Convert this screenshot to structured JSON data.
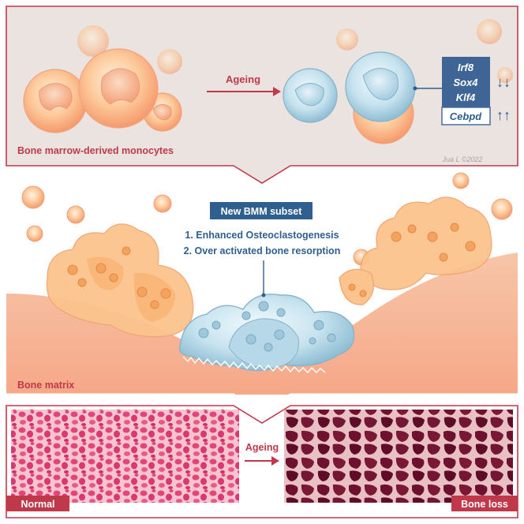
{
  "top_panel": {
    "monocytes_label": "Bone marrow-derived monocytes",
    "ageing_label": "Ageing",
    "genes_down": [
      "Irf8",
      "Sox4",
      "Klf4"
    ],
    "gene_up": "Cebpd",
    "arrows_down": "↓↓",
    "arrows_up": "↑↑",
    "signature": "Jua L ©2022"
  },
  "middle_panel": {
    "subset_title": "New BMM subset",
    "point_1": "1. Enhanced Osteoclastogenesis",
    "point_2": "2. Over activated bone resorption",
    "matrix_label": "Bone matrix"
  },
  "bottom_panel": {
    "ageing_label": "Ageing",
    "normal_label": "Normal",
    "loss_label": "Bone loss"
  },
  "colors": {
    "frame_red": "#c0394b",
    "top_bg": "#ebe3df",
    "gene_box": "#3e6596",
    "subset_box": "#2f5f8f",
    "matrix": "#f4b08f",
    "normal_tissue": "#e85f88",
    "loss_tissue": "#6a0f2a"
  }
}
